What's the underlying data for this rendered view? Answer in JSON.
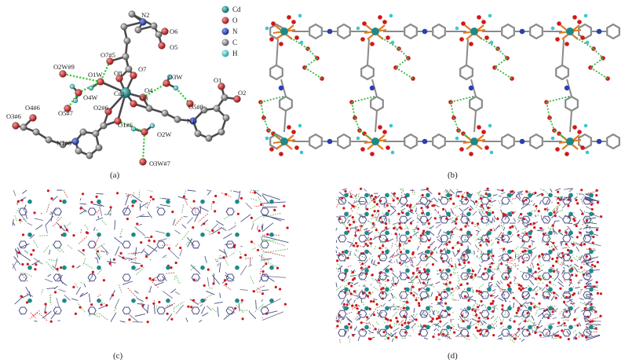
{
  "figure": {
    "panels": [
      {
        "id": "a",
        "caption": "(a)"
      },
      {
        "id": "b",
        "caption": "(b)"
      },
      {
        "id": "c",
        "caption": "(c)"
      },
      {
        "id": "d",
        "caption": "(d)"
      }
    ],
    "legend": [
      {
        "label": "Cd",
        "color": "#1d8a8a"
      },
      {
        "label": "O",
        "color": "#cc1f1f"
      },
      {
        "label": "N",
        "color": "#1f3fa8"
      },
      {
        "label": "C",
        "color": "#7a7a7a"
      },
      {
        "label": "H",
        "color": "#3cc6cf"
      }
    ],
    "atom_labels": {
      "N2": "N2",
      "O6": "O6",
      "O5": "O5",
      "O7_5": "O7#5",
      "O7": "O7",
      "O8": "O8",
      "O1W": "O1W",
      "O2W_9": "O2W#9",
      "O4W": "O4W",
      "O5_7": "O5#7",
      "Cd1": "Cd1",
      "O4": "O4",
      "O3W": "O3W",
      "O3": "O3",
      "O5_8": "O5#8",
      "O2_6": "O2#6",
      "O1_6": "O1#6",
      "O1": "O1",
      "O2": "O2",
      "N1": "N1",
      "O2W": "O2W",
      "O3W_7": "O3W#7",
      "O4_6": "O4#6",
      "O3_6": "O3#6",
      "N1_6": "N1#6"
    }
  }
}
